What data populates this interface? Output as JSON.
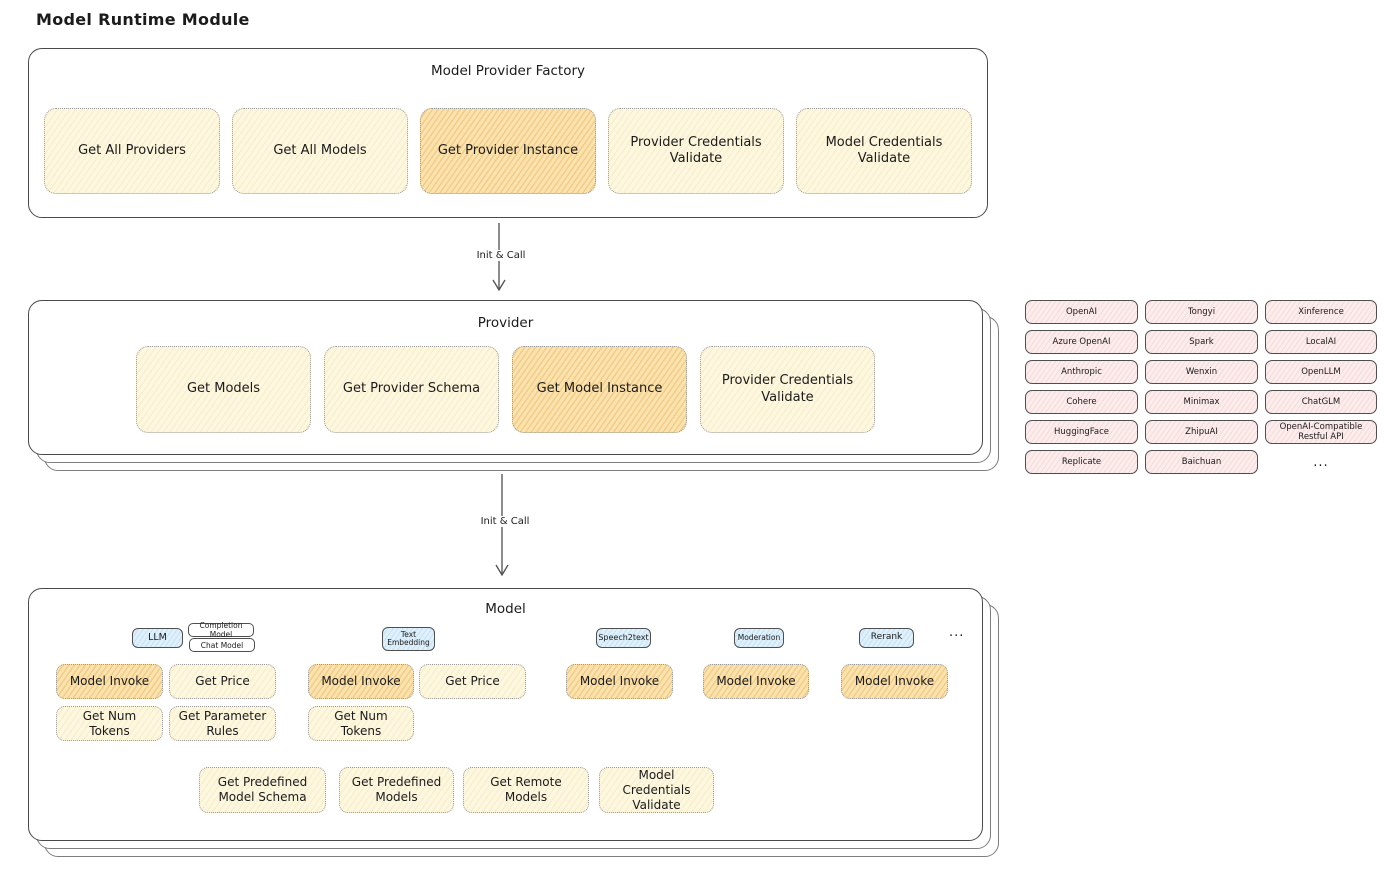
{
  "title": "Model Runtime Module",
  "colors": {
    "yellow_fill": "#FDF7E0",
    "orange_fill": "#FAE3AF",
    "pink_fill": "#FCECEC",
    "blue_fill": "#DEF0FB",
    "border_dark": "#4A4A4A"
  },
  "factory": {
    "title": "Model Provider Factory",
    "nodes": [
      "Get All Providers",
      "Get All Models",
      "Get Provider Instance",
      "Provider Credentials Validate",
      "Model Credentials Validate"
    ],
    "highlighted_node": "Get Provider Instance"
  },
  "arrow1": {
    "label": "Init & Call"
  },
  "arrow2": {
    "label": "Init & Call"
  },
  "provider": {
    "title": "Provider",
    "nodes": [
      "Get Models",
      "Get Provider Schema",
      "Get Model Instance",
      "Provider Credentials Validate"
    ],
    "highlighted_node": "Get Model Instance"
  },
  "providers_list": {
    "items": [
      "OpenAI",
      "Tongyi",
      "Xinference",
      "Azure OpenAI",
      "Spark",
      "LocalAI",
      "Anthropic",
      "Wenxin",
      "OpenLLM",
      "Cohere",
      "Minimax",
      "ChatGLM",
      "HuggingFace",
      "ZhipuAI",
      "OpenAI-Compatible Restful API",
      "Replicate",
      "Baichuan"
    ],
    "ellipsis": "..."
  },
  "model": {
    "title": "Model",
    "types": {
      "llm": "LLM",
      "completion": "Completion Model",
      "chat": "Chat Model",
      "text_embedding": "Text Embedding",
      "speech2text": "Speech2text",
      "moderation": "Moderation",
      "rerank": "Rerank"
    },
    "ellipsis": "...",
    "ops": {
      "model_invoke": "Model Invoke",
      "get_price": "Get Price",
      "get_num_tokens": "Get Num Tokens",
      "get_parameter_rules": "Get Parameter Rules"
    },
    "common_ops": [
      "Get Predefined Model Schema",
      "Get Predefined Models",
      "Get Remote Models",
      "Model Credentials Validate"
    ]
  }
}
